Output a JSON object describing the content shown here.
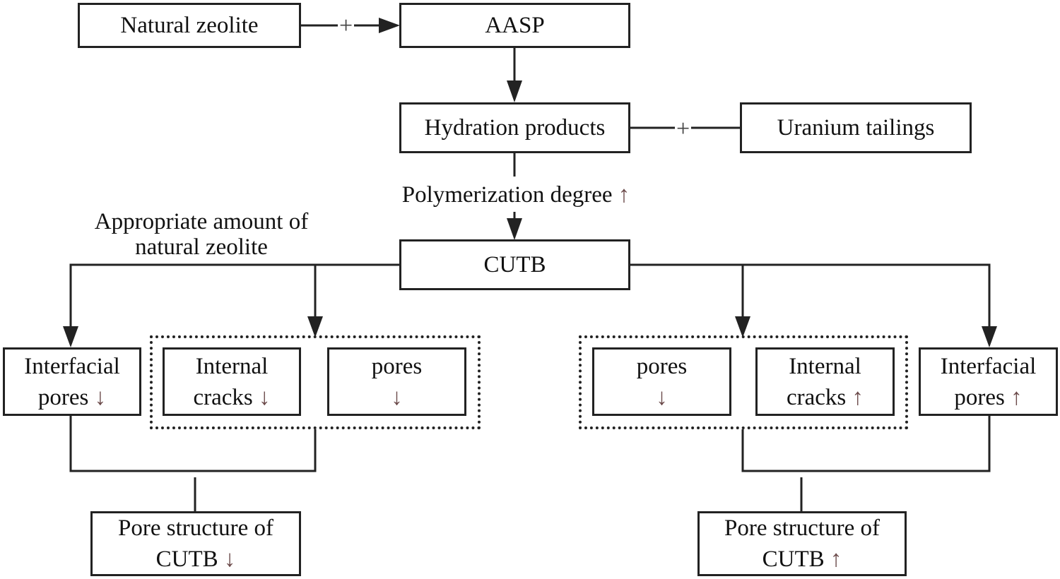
{
  "nodes": {
    "natural_zeolite": "Natural zeolite",
    "aasp": "AASP",
    "hydration_products": "Hydration products",
    "uranium_tailings": "Uranium tailings",
    "cutb": "CUTB",
    "left": {
      "interfacial_pores": {
        "line1": "Interfacial",
        "line2": "pores",
        "arrow": "↓"
      },
      "internal_cracks": {
        "line1": "Internal",
        "line2": "cracks",
        "arrow": "↓"
      },
      "pores": {
        "line1": "pores",
        "arrow": "↓"
      },
      "pore_structure": {
        "line1": "Pore structure of",
        "line2": "CUTB",
        "arrow": "↓"
      }
    },
    "right": {
      "pores": {
        "line1": "pores",
        "arrow": "↓"
      },
      "internal_cracks": {
        "line1": "Internal",
        "line2": "cracks",
        "arrow": "↑"
      },
      "interfacial_pores": {
        "line1": "Interfacial",
        "line2": "pores",
        "arrow": "↑"
      },
      "pore_structure": {
        "line1": "Pore structure of",
        "line2": "CUTB",
        "arrow": "↑"
      }
    }
  },
  "edge_labels": {
    "plus": "+",
    "polymerization": {
      "text": "Polymerization degree",
      "arrow": "↑"
    },
    "appropriate": {
      "line1": "Appropriate amount of",
      "line2": "natural zeolite"
    }
  }
}
